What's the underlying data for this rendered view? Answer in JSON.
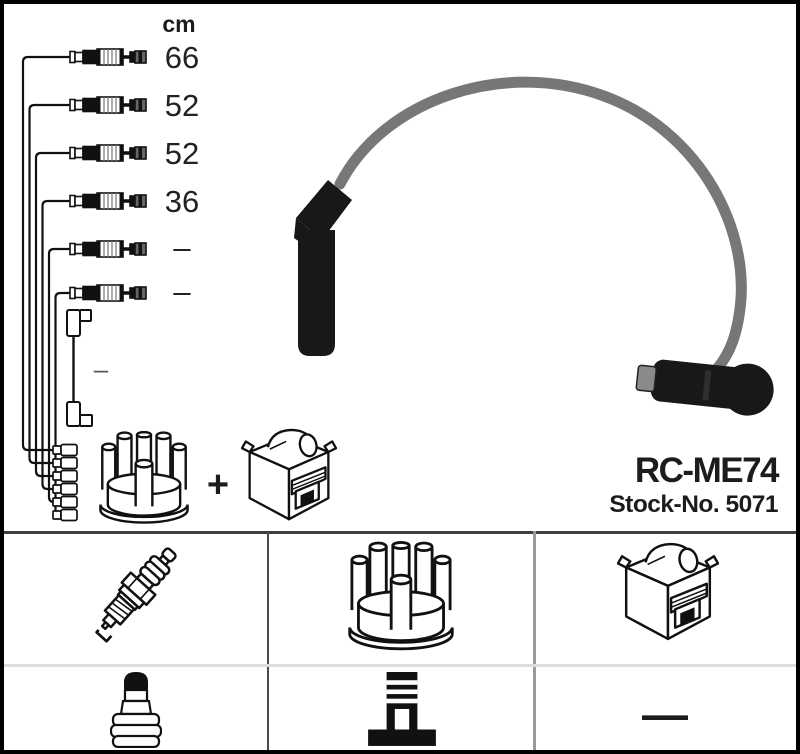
{
  "product": {
    "code": "RC-ME74",
    "stock_no": "Stock-No. 5071"
  },
  "diagram": {
    "unit": "cm",
    "lengths": [
      "66",
      "52",
      "52",
      "36",
      "–",
      "–"
    ],
    "coil_wire_length": "–",
    "plus": "+",
    "icons": [
      "ignition-cable-icon",
      "distributor-cap-icon",
      "plus-sign",
      "ignition-coil-icon"
    ]
  },
  "photo": {
    "icon": "ignition-cable-photo"
  },
  "grid": {
    "row1_icons": [
      "spark-plug-icon",
      "distributor-cap-icon",
      "ignition-coil-icon"
    ],
    "row2_icons": [
      "terminal-nut-icon",
      "coil-tower-icon",
      "dash"
    ],
    "no_value_dash": "—"
  },
  "colors": {
    "frame": "#000000",
    "background": "#ffffff",
    "line_art": "#111111",
    "cable_gray": "#777777",
    "divider_dark": "#4a4a4a",
    "divider_light": "#dddddd"
  }
}
